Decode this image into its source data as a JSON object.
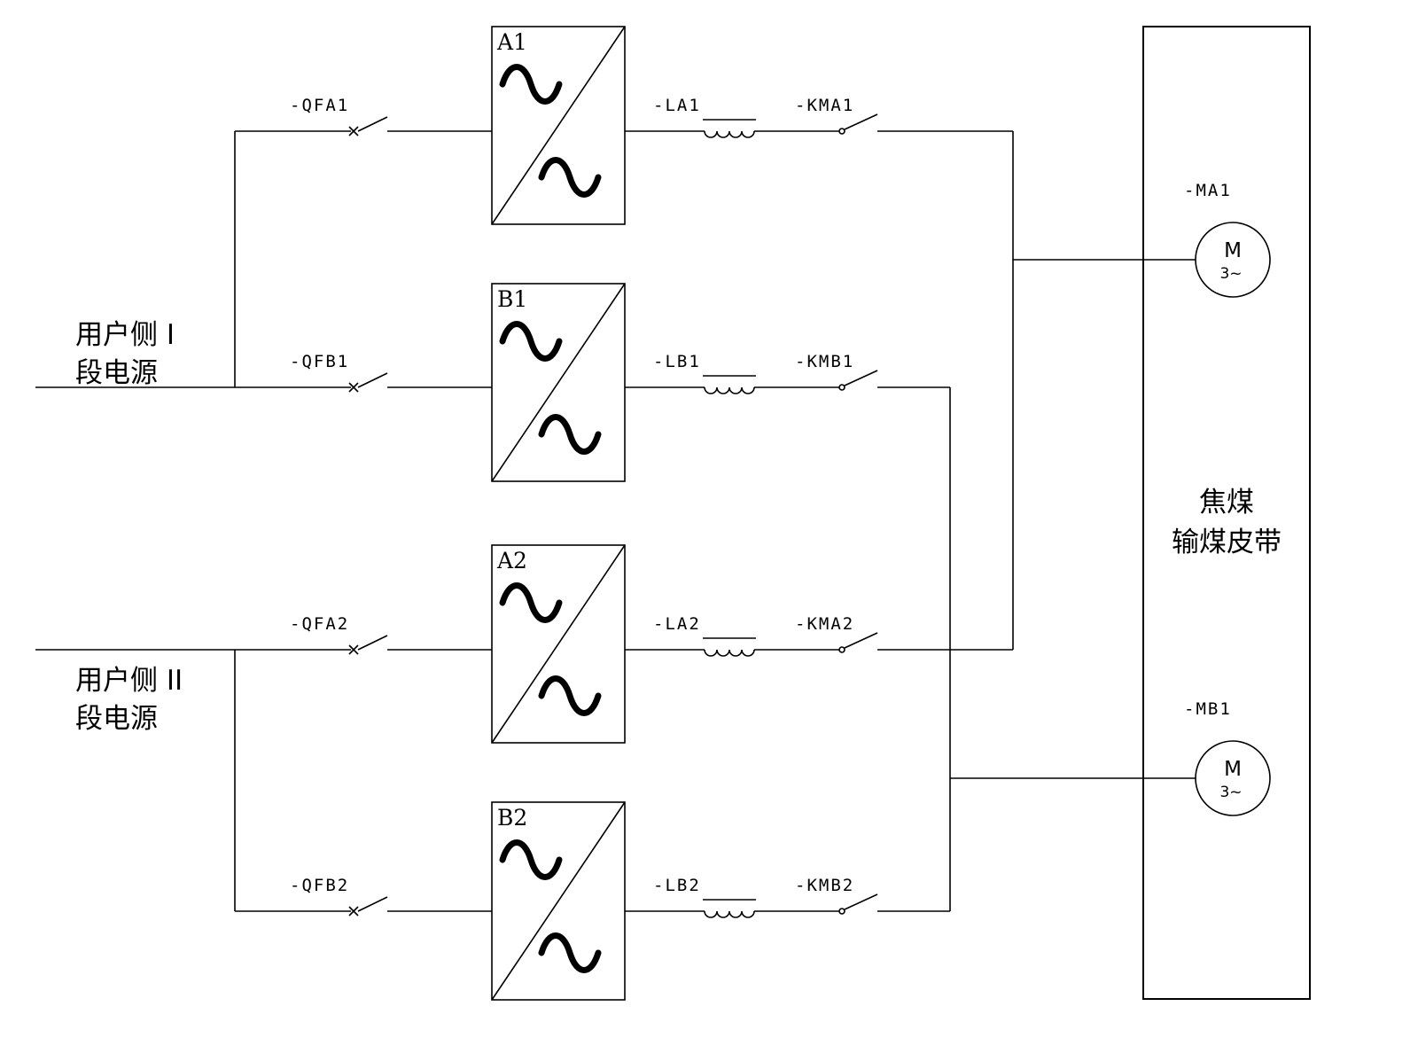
{
  "sources": [
    {
      "line1": "用户侧 I",
      "line2": "段电源"
    },
    {
      "line1": "用户侧 II",
      "line2": "段电源"
    }
  ],
  "branches": [
    {
      "breaker": "-QFA1",
      "converter": "A1",
      "reactor": "-LA1",
      "contactor": "-KMA1"
    },
    {
      "breaker": "-QFB1",
      "converter": "B1",
      "reactor": "-LB1",
      "contactor": "-KMB1"
    },
    {
      "breaker": "-QFA2",
      "converter": "A2",
      "reactor": "-LA2",
      "contactor": "-KMA2"
    },
    {
      "breaker": "-QFB2",
      "converter": "B2",
      "reactor": "-LB2",
      "contactor": "-KMB2"
    }
  ],
  "motors": [
    {
      "label": "-MA1",
      "letter": "M",
      "phase": "3~"
    },
    {
      "label": "-MB1",
      "letter": "M",
      "phase": "3~"
    }
  ],
  "load": {
    "line1": "焦煤",
    "line2": "输煤皮带"
  },
  "colors": {
    "line": "#000000",
    "background": "#ffffff"
  }
}
